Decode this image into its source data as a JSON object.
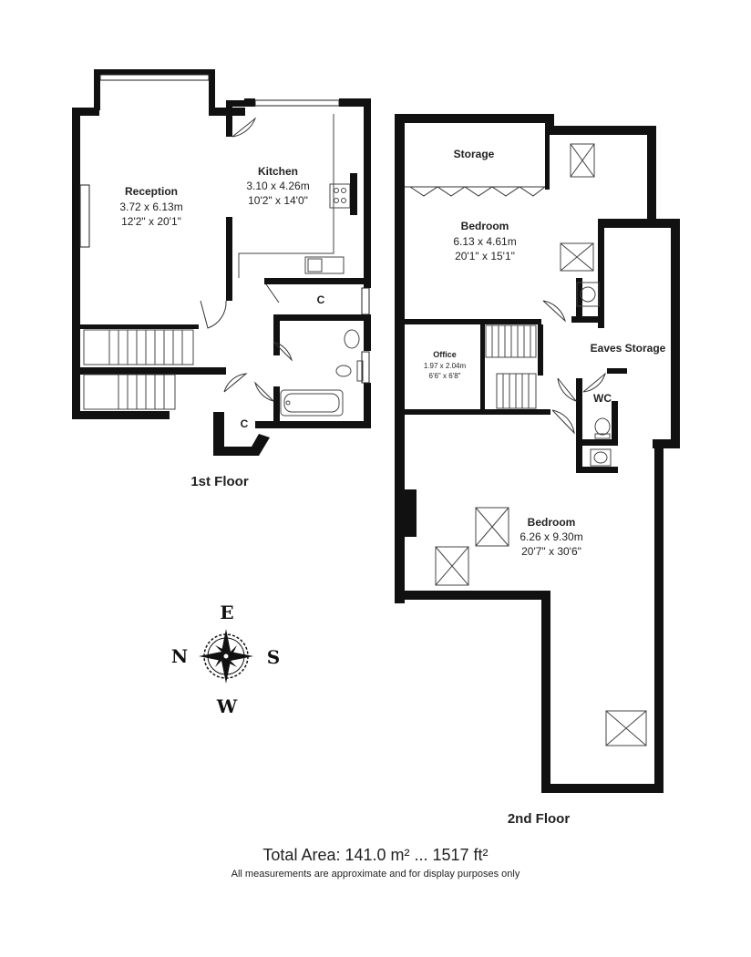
{
  "first_floor": {
    "label": "1st Floor",
    "rooms": [
      {
        "name": "Reception",
        "metric": "3.72 x 6.13m",
        "imperial": "12'2\" x 20'1\""
      },
      {
        "name": "Kitchen",
        "metric": "3.10 x 4.26m",
        "imperial": "10'2\" x 14'0\""
      }
    ],
    "cupboard_a": "C",
    "cupboard_b": "C"
  },
  "second_floor": {
    "label": "2nd Floor",
    "storage": "Storage",
    "eaves_storage": "Eaves Storage",
    "wc": "WC",
    "rooms": [
      {
        "name": "Bedroom",
        "metric": "6.13 x 4.61m",
        "imperial": "20'1\" x 15'1\""
      },
      {
        "name": "Office",
        "metric": "1.97 x 2.04m",
        "imperial": "6'6\" x 6'8\""
      },
      {
        "name": "Bedroom",
        "metric": "6.26 x 9.30m",
        "imperial": "20'7\" x 30'6\""
      }
    ]
  },
  "compass": {
    "north": "N",
    "south": "S",
    "east": "E",
    "west": "W"
  },
  "footer": {
    "total_area": "Total Area: 141.0 m² ... 1517 ft²",
    "disclaimer": "All measurements are approximate and for display purposes only"
  },
  "colors": {
    "wall": "#111111",
    "background": "#ffffff",
    "text": "#222222"
  }
}
